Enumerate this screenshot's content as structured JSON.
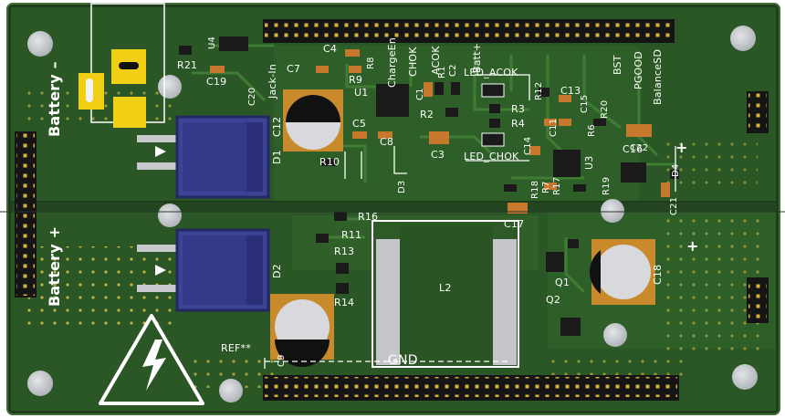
{
  "board": {
    "colors": {
      "substrate": "#1f3d1d",
      "copper_pour": "#2c5a26",
      "copper_pour_light": "#356a2e",
      "trace": "#3e7a34",
      "pad_gold": "#d7b23a",
      "pin_black": "#1b1b1b",
      "silkscreen": "#ffffff",
      "hole": "#c7c9cc",
      "diode_body": "#3b3f9e",
      "smd_cap": "#c8782c",
      "yellow_pad": "#f1cf14"
    }
  },
  "labels": {
    "battery_neg": "Battery –",
    "battery_pos": "Battery +",
    "plus_right": "+",
    "plus_mid": "+",
    "jack_in": "Jack-In",
    "charge_en": "ChargeEn",
    "chok": "CHOK",
    "acok": "ACOK",
    "batt": "Batt+",
    "bst": "BST",
    "pgood": "PGOOD",
    "balance_sd": "BalanceSD",
    "gnd": "GND",
    "ref": "REF**",
    "led_acok": "LED_ACOK",
    "led_chok": "LED_CHOK",
    "u4": "U4",
    "r21": "R21",
    "c19": "C19",
    "c20": "C20",
    "c7": "C7",
    "c4": "C4",
    "r9": "R9",
    "r8": "R8",
    "u1": "U1",
    "c1": "C1",
    "r1": "R1",
    "c2": "C2",
    "r2": "R2",
    "r3": "R3",
    "r4": "R4",
    "r12": "R12",
    "c13": "C13",
    "c15": "C15",
    "r20": "R20",
    "c12": "C12",
    "c5": "C5",
    "c8": "C8",
    "c3": "C3",
    "c14": "C14",
    "c11": "C11",
    "r6": "R6",
    "c16": "C16",
    "c22": "C22",
    "d1": "D1",
    "r10": "R10",
    "d3": "D3",
    "u3": "U3",
    "r18": "R18",
    "r7": "R7",
    "r19": "R19",
    "r17": "R17",
    "d4": "D4",
    "c21": "C21",
    "r16": "R16",
    "r11": "R11",
    "r13": "R13",
    "r14": "R14",
    "c17": "C17",
    "d2": "D2",
    "l2": "L2",
    "q1": "Q1",
    "q2": "Q2",
    "c18": "C18",
    "c9": "C9"
  }
}
